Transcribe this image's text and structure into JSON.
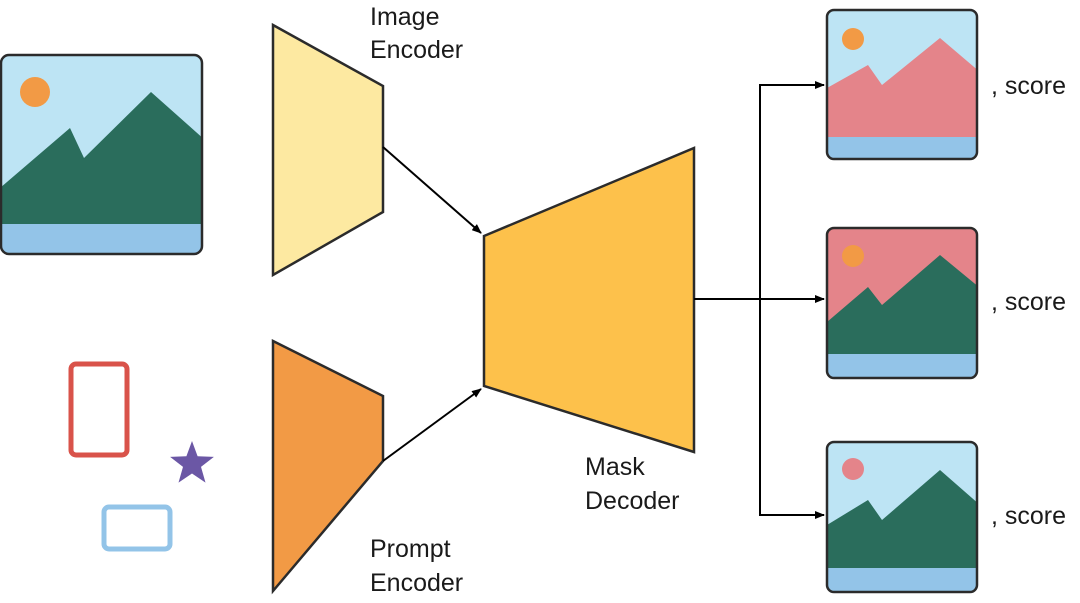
{
  "labels": {
    "image_encoder": [
      "Image",
      "Encoder"
    ],
    "prompt_encoder": [
      "Prompt",
      "Encoder"
    ],
    "mask_decoder": [
      "Mask",
      "Decoder"
    ],
    "score_1": ", score",
    "score_2": ", score",
    "score_3": ", score"
  },
  "colors": {
    "sky": "#bde4f4",
    "mountain": "#2a6d5c",
    "sun": "#f29a45",
    "water": "#93c4e8",
    "mask_pink": "#e4848a",
    "image_encoder_fill": "#fde9a1",
    "prompt_encoder_fill": "#f29a45",
    "mask_decoder_fill": "#fdc14b",
    "box_prompt_red": "#d9534a",
    "box_prompt_blue": "#93c4e8",
    "point_prompt_purple": "#6b57a5"
  },
  "icons": {
    "input_image": "landscape-image-icon",
    "point_prompt": "star-icon",
    "box_prompt_1": "rectangle-icon",
    "box_prompt_2": "rectangle-icon"
  }
}
